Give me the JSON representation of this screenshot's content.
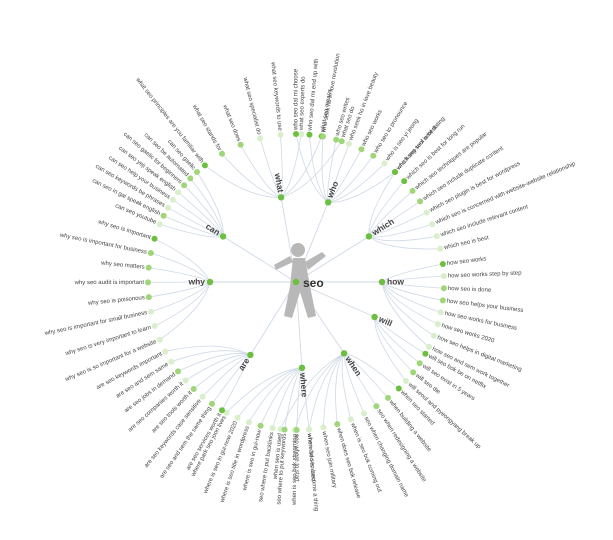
{
  "center": {
    "label": "seo"
  },
  "colors": {
    "dot_strong": "#6cbf3f",
    "dot_mid": "#9fd67a",
    "dot_light": "#d9eecb",
    "line": "#cfd9e6",
    "figure": "#b8b8b8"
  },
  "branches": [
    {
      "label": "what",
      "color": "#6cbf3f",
      "items": [
        {
          "text": "what seo principles are you familiar with",
          "shade": "strong"
        },
        {
          "text": "what seo stands for",
          "shade": "mid"
        },
        {
          "text": "what seo does",
          "shade": "mid"
        },
        {
          "text": "what seo specialist do",
          "shade": "light"
        },
        {
          "text": "what seo keywords to use",
          "shade": "light"
        },
        {
          "text": "what seo experts do",
          "shade": "light"
        },
        {
          "text": "what seo means",
          "shade": "strong"
        },
        {
          "text": "what seo do",
          "shade": "mid"
        }
      ]
    },
    {
      "label": "who",
      "color": "#6cbf3f",
      "items": [
        {
          "text": "who seo dal mi choose",
          "shade": "strong"
        },
        {
          "text": "who seo dal mi end up with",
          "shade": "strong"
        },
        {
          "text": "who seek ho in love revolution",
          "shade": "mid"
        },
        {
          "text": "who seo writes",
          "shade": "mid"
        },
        {
          "text": "who seek ho in love beauty",
          "shade": "light"
        },
        {
          "text": "who seo works",
          "shade": "mid"
        },
        {
          "text": "who seo to pronounce",
          "shade": "mid"
        },
        {
          "text": "who is seo yi jeong",
          "shade": "light"
        },
        {
          "text": "who kang seol seol dating",
          "shade": "strong"
        }
      ]
    },
    {
      "label": "which",
      "color": "#6cbf3f",
      "items": [
        {
          "text": "which seo tool is best",
          "shade": "strong"
        },
        {
          "text": "which seo is best for long run",
          "shade": "strong"
        },
        {
          "text": "which seo techniques are popular",
          "shade": "mid"
        },
        {
          "text": "which seo include duplicate content",
          "shade": "mid"
        },
        {
          "text": "which seo plugin is best for wordpress",
          "shade": "light"
        },
        {
          "text": "which seo is concerned with website-website relationship",
          "shade": "light"
        },
        {
          "text": "which seo include relevant content",
          "shade": "light"
        },
        {
          "text": "which seo is best",
          "shade": "light"
        }
      ]
    },
    {
      "label": "how",
      "color": "#6cbf3f",
      "items": [
        {
          "text": "how seo works",
          "shade": "strong"
        },
        {
          "text": "how seo works step by step",
          "shade": "light"
        },
        {
          "text": "how seo is done",
          "shade": "mid"
        },
        {
          "text": "how seo helps your business",
          "shade": "mid"
        },
        {
          "text": "how seo works for business",
          "shade": "light"
        },
        {
          "text": "how seo works 2020",
          "shade": "light"
        },
        {
          "text": "how seo helps in digital marketing",
          "shade": "light"
        },
        {
          "text": "how seo and sem work together",
          "shade": "light"
        }
      ]
    },
    {
      "label": "will",
      "color": "#6cbf3f",
      "items": [
        {
          "text": "will seo bok be on netflix",
          "shade": "strong"
        },
        {
          "text": "will seo exist in 5 years",
          "shade": "mid"
        },
        {
          "text": "will seo die",
          "shade": "mid"
        },
        {
          "text": "will seoul and pyeongyang break up",
          "shade": "light"
        }
      ]
    },
    {
      "label": "when",
      "color": "#6cbf3f",
      "items": [
        {
          "text": "when seo started",
          "shade": "strong"
        },
        {
          "text": "when building a website",
          "shade": "mid"
        },
        {
          "text": "seo when redesigning a website",
          "shade": "mid"
        },
        {
          "text": "seo when changing domain name",
          "shade": "light"
        },
        {
          "text": "when is seo bok coming out",
          "shade": "light"
        },
        {
          "text": "when does seo bok release",
          "shade": "mid"
        },
        {
          "text": "when seo join military",
          "shade": "light"
        },
        {
          "text": "when did seo become a thing",
          "shade": "light"
        },
        {
          "text": "when is seo bok streaming",
          "shade": "light"
        },
        {
          "text": "when seo is used",
          "shade": "light"
        }
      ]
    },
    {
      "label": "where",
      "color": "#6cbf3f",
      "items": [
        {
          "text": "where seo is used",
          "shade": "light"
        },
        {
          "text": "seo where to start",
          "shade": "mid"
        },
        {
          "text": "seo where to put keywords",
          "shade": "mid"
        },
        {
          "text": "seo where to put backlinks",
          "shade": "light"
        },
        {
          "text": "where is seo in gui-now",
          "shade": "mid"
        },
        {
          "text": "where is seo title in wordpress",
          "shade": "light"
        },
        {
          "text": "where is seo in gui-now 2020",
          "shade": "light"
        },
        {
          "text": "where park seo joon lives",
          "shade": "light"
        }
      ]
    },
    {
      "label": "are",
      "color": "#6cbf3f",
      "items": [
        {
          "text": "are seo services worth it",
          "shade": "strong"
        },
        {
          "text": "are seo and sem the same thing",
          "shade": "mid"
        },
        {
          "text": "are seo keywords case sensitive",
          "shade": "light"
        },
        {
          "text": "are seo tools worth it",
          "shade": "mid"
        },
        {
          "text": "are seo companies worth it",
          "shade": "light"
        },
        {
          "text": "are seo jobs in demand",
          "shade": "mid"
        },
        {
          "text": "are seo and sem same",
          "shade": "light"
        },
        {
          "text": "are seo keywords important",
          "shade": "light"
        }
      ]
    },
    {
      "label": "why",
      "color": "#6cbf3f",
      "items": [
        {
          "text": "why seo is so important for a website",
          "shade": "light"
        },
        {
          "text": "why seo is very important to learn",
          "shade": "light"
        },
        {
          "text": "why seo is important for small business",
          "shade": "light"
        },
        {
          "text": "why seo is poisonous",
          "shade": "mid"
        },
        {
          "text": "why seo audit is important",
          "shade": "mid"
        },
        {
          "text": "why seo matters",
          "shade": "mid"
        },
        {
          "text": "why seo is important for business",
          "shade": "mid"
        },
        {
          "text": "why seo is important",
          "shade": "strong"
        }
      ]
    },
    {
      "label": "can",
      "color": "#6cbf3f",
      "items": [
        {
          "text": "can seo youtube",
          "shade": "light"
        },
        {
          "text": "can seo in gai speak english",
          "shade": "mid"
        },
        {
          "text": "can seo keywords be phrases",
          "shade": "light"
        },
        {
          "text": "can seo help your business",
          "shade": "light"
        },
        {
          "text": "can seo yeji speak english",
          "shade": "light"
        },
        {
          "text": "can seo gaelic for beginners",
          "shade": "mid"
        },
        {
          "text": "can seo be automated",
          "shade": "mid"
        },
        {
          "text": "can seo gaelic",
          "shade": "mid"
        }
      ]
    }
  ]
}
